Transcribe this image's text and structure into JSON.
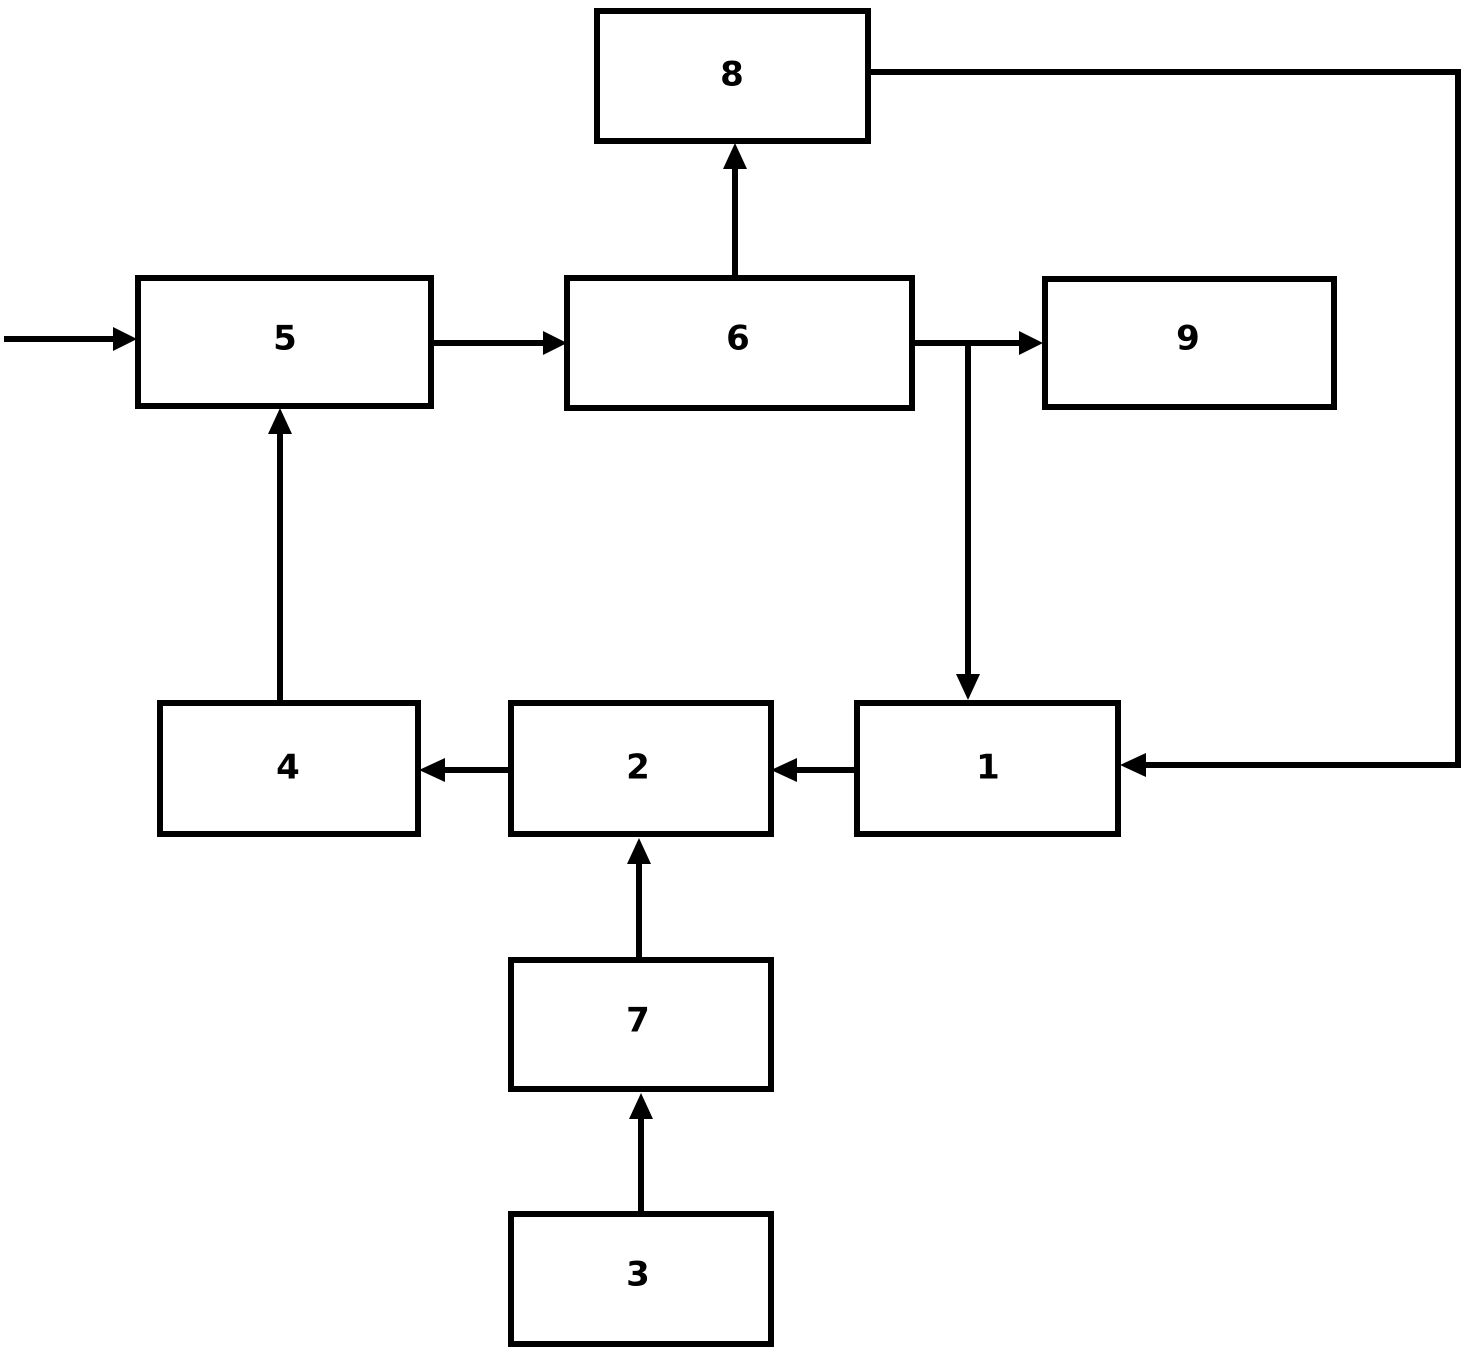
{
  "diagram": {
    "blocks": [
      {
        "id": "b1",
        "label": "1"
      },
      {
        "id": "b2",
        "label": "2"
      },
      {
        "id": "b3",
        "label": "3"
      },
      {
        "id": "b4",
        "label": "4"
      },
      {
        "id": "b5",
        "label": "5"
      },
      {
        "id": "b6",
        "label": "6"
      },
      {
        "id": "b7",
        "label": "7"
      },
      {
        "id": "b8",
        "label": "8"
      },
      {
        "id": "b9",
        "label": "9"
      }
    ],
    "connections": [
      {
        "from": "input",
        "to": "b5"
      },
      {
        "from": "b5",
        "to": "b6"
      },
      {
        "from": "b6",
        "to": "b8"
      },
      {
        "from": "b6",
        "to": "b9"
      },
      {
        "from": "b6",
        "to": "b1"
      },
      {
        "from": "b8",
        "to": "b1"
      },
      {
        "from": "b1",
        "to": "b2"
      },
      {
        "from": "b2",
        "to": "b4"
      },
      {
        "from": "b4",
        "to": "b5"
      },
      {
        "from": "b7",
        "to": "b2"
      },
      {
        "from": "b3",
        "to": "b7"
      }
    ],
    "colors": {
      "stroke": "#000000",
      "fill": "#ffffff"
    }
  }
}
